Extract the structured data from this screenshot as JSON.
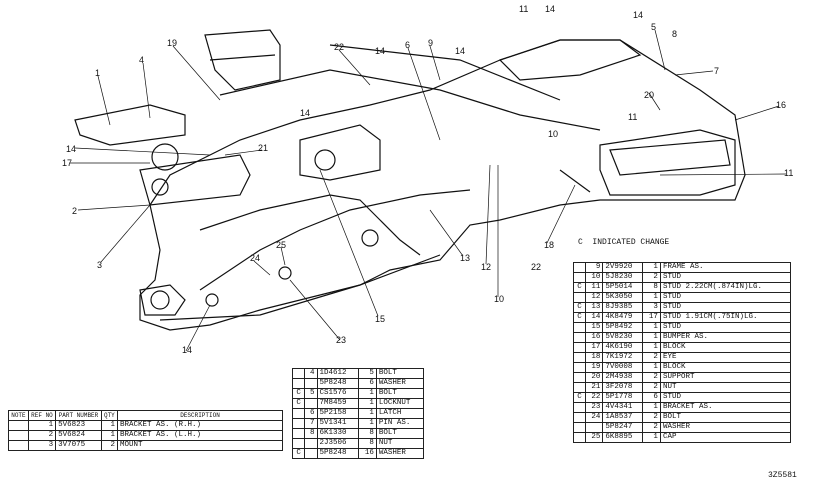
{
  "legend": {
    "marker": "C",
    "text": "INDICATED CHANGE"
  },
  "figure_number": "3Z5581",
  "callouts": [
    "1",
    "2",
    "3",
    "4",
    "5",
    "6",
    "7",
    "8",
    "9",
    "10",
    "11",
    "12",
    "13",
    "14",
    "15",
    "16",
    "17",
    "18",
    "19",
    "20",
    "21",
    "22",
    "23",
    "24",
    "25"
  ],
  "left_table": {
    "headers": [
      "NOTE",
      "REF NO",
      "PART NUMBER",
      "QTY",
      "DESCRIPTION"
    ],
    "rows": [
      {
        "note": "",
        "ref": "1",
        "part": "5V6823",
        "qty": "1",
        "desc": "BRACKET AS. (R.H.)"
      },
      {
        "note": "",
        "ref": "2",
        "part": "5V6824",
        "qty": "1",
        "desc": "BRACKET AS. (L.H.)"
      },
      {
        "note": "",
        "ref": "3",
        "part": "3V7075",
        "qty": "2",
        "desc": "MOUNT"
      }
    ]
  },
  "middle_table": {
    "rows": [
      {
        "note": "",
        "ref": "4",
        "part": "1D4612",
        "qty": "5",
        "desc": "BOLT"
      },
      {
        "note": "",
        "ref": "",
        "part": "5P8248",
        "qty": "6",
        "desc": "WASHER"
      },
      {
        "note": "C",
        "ref": "5",
        "part": "CS1576",
        "qty": "1",
        "desc": "BOLT"
      },
      {
        "note": "C",
        "ref": "",
        "part": "7M8459",
        "qty": "1",
        "desc": "LOCKNUT"
      },
      {
        "note": "",
        "ref": "6",
        "part": "5P2158",
        "qty": "1",
        "desc": "LATCH"
      },
      {
        "note": "",
        "ref": "7",
        "part": "5V1341",
        "qty": "1",
        "desc": "PIN AS."
      },
      {
        "note": "",
        "ref": "8",
        "part": "6K1330",
        "qty": "8",
        "desc": "BOLT"
      },
      {
        "note": "",
        "ref": "",
        "part": "2J3506",
        "qty": "8",
        "desc": "NUT"
      },
      {
        "note": "C",
        "ref": "",
        "part": "5P8248",
        "qty": "16",
        "desc": "WASHER"
      }
    ]
  },
  "right_table": {
    "rows": [
      {
        "note": "",
        "ref": "9",
        "part": "2V9920",
        "qty": "1",
        "desc": "FRAME AS."
      },
      {
        "note": "",
        "ref": "10",
        "part": "5J8230",
        "qty": "2",
        "desc": "  STUD"
      },
      {
        "note": "C",
        "ref": "11",
        "part": "5P5014",
        "qty": "8",
        "desc": "  STUD  2.22CM(.874IN)LG."
      },
      {
        "note": "",
        "ref": "12",
        "part": "5K3050",
        "qty": "1",
        "desc": "  STUD"
      },
      {
        "note": "C",
        "ref": "13",
        "part": "8J9385",
        "qty": "3",
        "desc": "  STUD"
      },
      {
        "note": "C",
        "ref": "14",
        "part": "4K8479",
        "qty": "17",
        "desc": "  STUD  1.91CM(.75IN)LG."
      },
      {
        "note": "",
        "ref": "15",
        "part": "5P8492",
        "qty": "1",
        "desc": "  STUD"
      },
      {
        "note": "",
        "ref": "16",
        "part": "5V8230",
        "qty": "1",
        "desc": "  BUMPER AS."
      },
      {
        "note": "",
        "ref": "17",
        "part": "4K6190",
        "qty": "1",
        "desc": "  BLOCK"
      },
      {
        "note": "",
        "ref": "18",
        "part": "7K1972",
        "qty": "2",
        "desc": "  EYE"
      },
      {
        "note": "",
        "ref": "19",
        "part": "7V0008",
        "qty": "1",
        "desc": "  BLOCK"
      },
      {
        "note": "",
        "ref": "20",
        "part": "2M4938",
        "qty": "2",
        "desc": "  SUPPORT"
      },
      {
        "note": "",
        "ref": "21",
        "part": "3F2078",
        "qty": "2",
        "desc": "  NUT"
      },
      {
        "note": "C",
        "ref": "22",
        "part": "5P1778",
        "qty": "6",
        "desc": "  STUD"
      },
      {
        "note": "",
        "ref": "23",
        "part": "4V4341",
        "qty": "1",
        "desc": "  BRACKET AS."
      },
      {
        "note": "",
        "ref": "24",
        "part": "1A8537",
        "qty": "2",
        "desc": "    BOLT"
      },
      {
        "note": "",
        "ref": "",
        "part": "5P8247",
        "qty": "2",
        "desc": "    WASHER"
      },
      {
        "note": "",
        "ref": "25",
        "part": "6K8895",
        "qty": "1",
        "desc": "    CAP"
      }
    ]
  }
}
